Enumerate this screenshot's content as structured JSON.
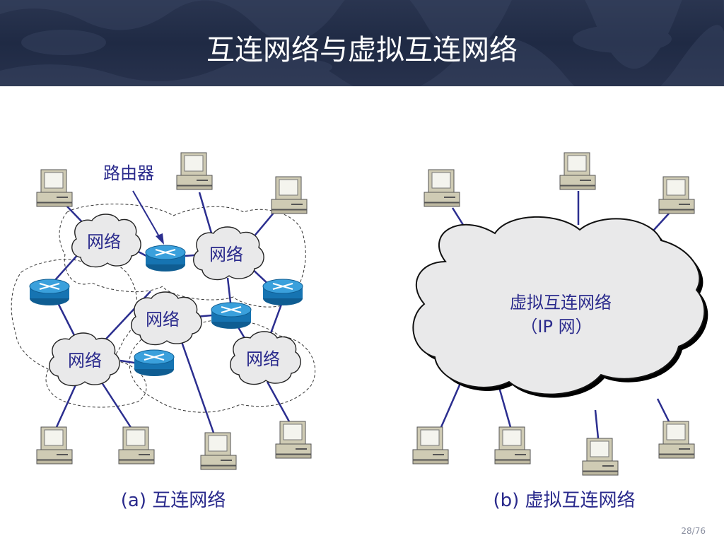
{
  "slide": {
    "title": "互连网络与虚拟互连网络",
    "page": "28/76"
  },
  "diagram_a": {
    "router_label": "路由器",
    "network_label": "网络",
    "caption": "(a) 互连网络"
  },
  "diagram_b": {
    "cloud_line1": "虚拟互连网络",
    "cloud_line2": "（IP 网）",
    "caption": "(b) 虚拟互连网络"
  },
  "colors": {
    "header": "#1f2a44",
    "link": "#2b2e8f",
    "text": "#2a2a8c",
    "router": "#1a80c0",
    "cloud": "#e9e9ea"
  }
}
